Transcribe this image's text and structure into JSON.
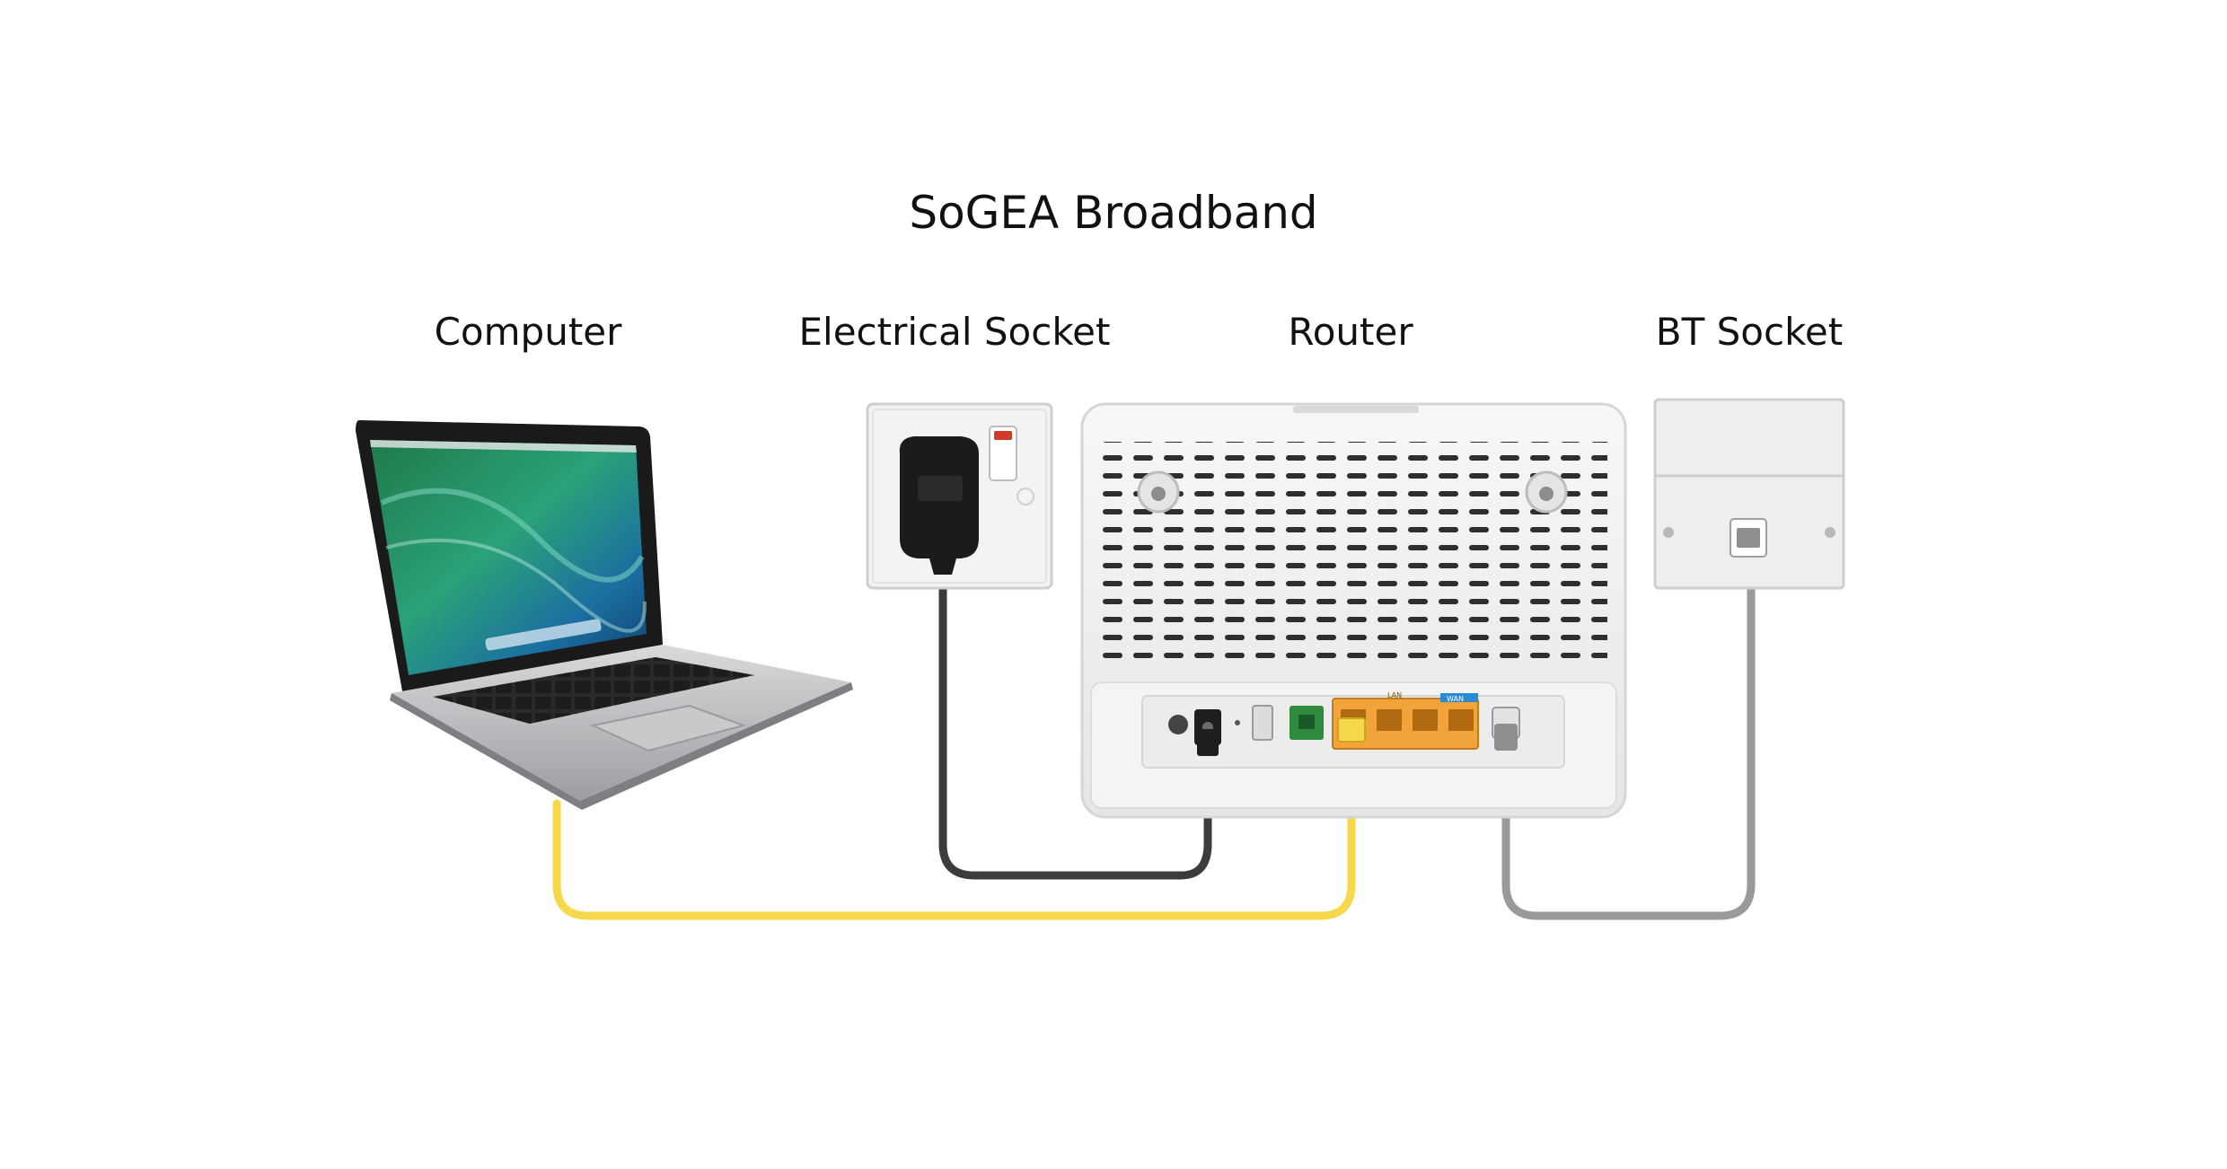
{
  "title": "SoGEA Broadband",
  "labels": {
    "computer": "Computer",
    "electrical_socket": "Electrical Socket",
    "router": "Router",
    "bt_socket": "BT Socket"
  },
  "router_port_tags": {
    "lan": "LAN",
    "wan": "WAN"
  },
  "colors": {
    "ethernet_cable": "#f5d94a",
    "power_cable": "#3c3c3c",
    "phone_cable": "#9a9a9a",
    "lan_ports": "#f2a43a",
    "dsl_port": "#2e8b3e",
    "wan_tag": "#2a8ad4"
  }
}
